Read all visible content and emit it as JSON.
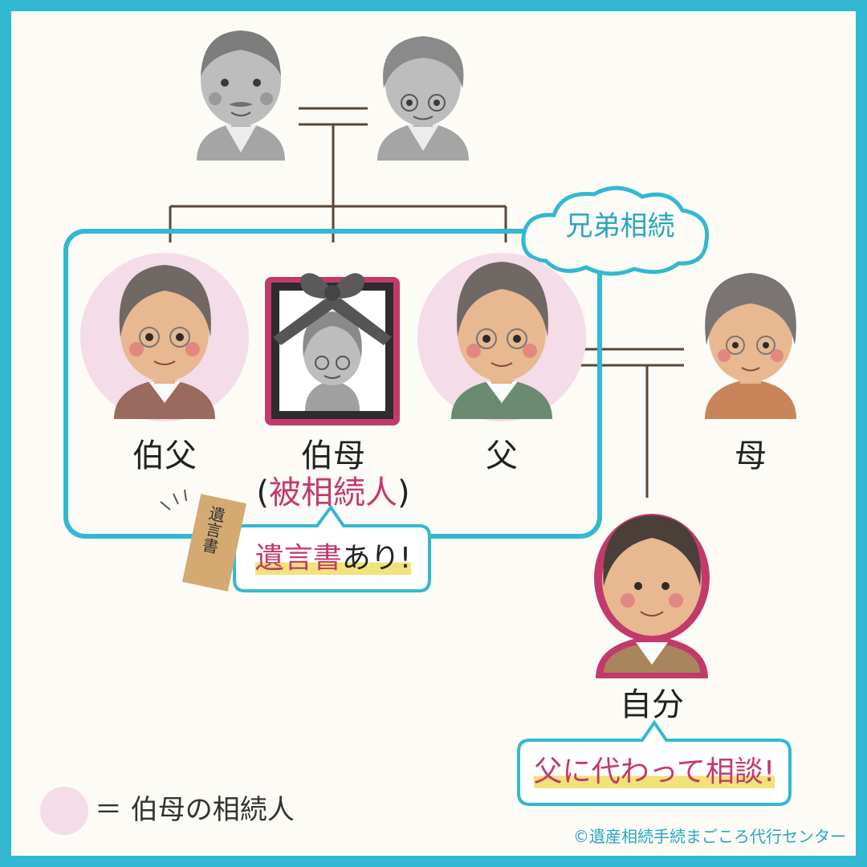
{
  "colors": {
    "frame": "#32b8d1",
    "background": "#fcfbf6",
    "heir_circle": "#f4dce8",
    "deceased_frame": "#c23a6c",
    "line": "#5a4638"
  },
  "group": {
    "label": "兄弟相続"
  },
  "people": {
    "uncle": {
      "label": "伯父",
      "heir": true
    },
    "aunt": {
      "label": "伯母",
      "sublabel": "被相続人",
      "deceased": true
    },
    "father": {
      "label": "父",
      "heir": true
    },
    "mother": {
      "label": "母"
    },
    "self": {
      "label": "自分"
    }
  },
  "callouts": {
    "will": {
      "emph": "遺言書",
      "rest": "あり!"
    },
    "consult": {
      "text": "父に代わって相談!"
    }
  },
  "will_doc": {
    "text": "遺言書"
  },
  "legend": {
    "text": "＝ 伯母の相続人"
  },
  "credit": "©遺産相続手続まごころ代行センター"
}
